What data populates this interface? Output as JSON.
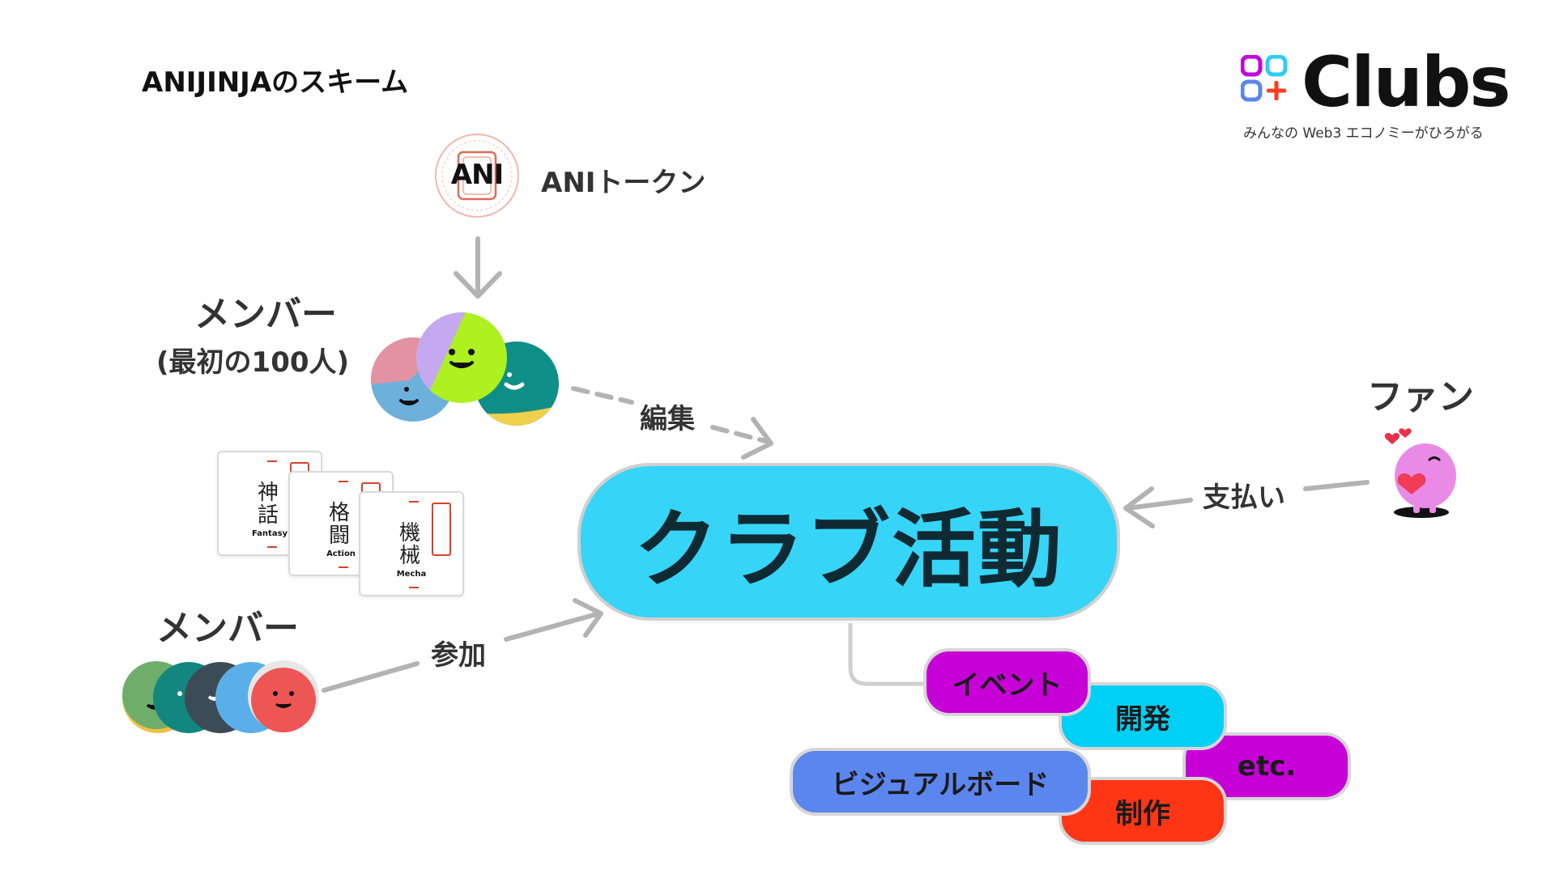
{
  "title": "ANIJINJAのスキーム",
  "logo": {
    "name": "Clubs",
    "tagline": "みんなの Web3 エコノミーがひろがる"
  },
  "token": {
    "coin_text": "ANI",
    "label": "ANIトークン"
  },
  "members_first": {
    "label": "メンバー",
    "sub": "(最初の100人)"
  },
  "members": {
    "label": "メンバー"
  },
  "fans": {
    "label": "ファン"
  },
  "arrows": {
    "edit": "編集",
    "join": "参加",
    "pay": "支払い"
  },
  "main": {
    "label": "クラブ活動"
  },
  "cards": [
    {
      "kanji": "神話",
      "sub": "Fantasy"
    },
    {
      "kanji": "格闘",
      "sub": "Action"
    },
    {
      "kanji": "機械",
      "sub": "Mecha"
    }
  ],
  "activities": {
    "event": "イベント",
    "dev": "開発",
    "etc": "etc.",
    "visual": "ビジュアルボード",
    "production": "制作"
  },
  "colors": {
    "main": "#36d5f7",
    "event": "#c800d8",
    "dev": "#00d0f5",
    "etc": "#c800d8",
    "visual": "#5b86ee",
    "production": "#ff3616",
    "arrow": "#b3b3b3"
  }
}
